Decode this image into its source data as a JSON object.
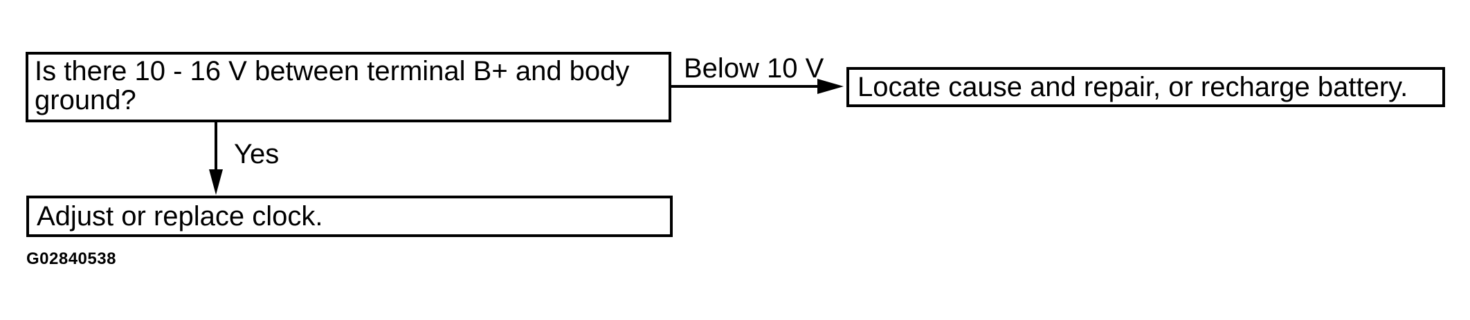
{
  "figure": {
    "type": "flowchart",
    "id_label": "G02840538",
    "background_color": "#ffffff",
    "line_color": "#000000"
  },
  "nodes": [
    {
      "id": "question",
      "text": "Is there 10 - 16 V between terminal B+ and body ground?"
    },
    {
      "id": "result-right",
      "text": "Locate cause and repair, or recharge battery."
    },
    {
      "id": "result-bottom",
      "text": "Adjust or replace clock."
    }
  ],
  "edges": [
    {
      "from": "question",
      "to": "result-right",
      "label": "Below 10 V",
      "direction": "right"
    },
    {
      "from": "question",
      "to": "result-bottom",
      "label": "Yes",
      "direction": "down"
    }
  ]
}
